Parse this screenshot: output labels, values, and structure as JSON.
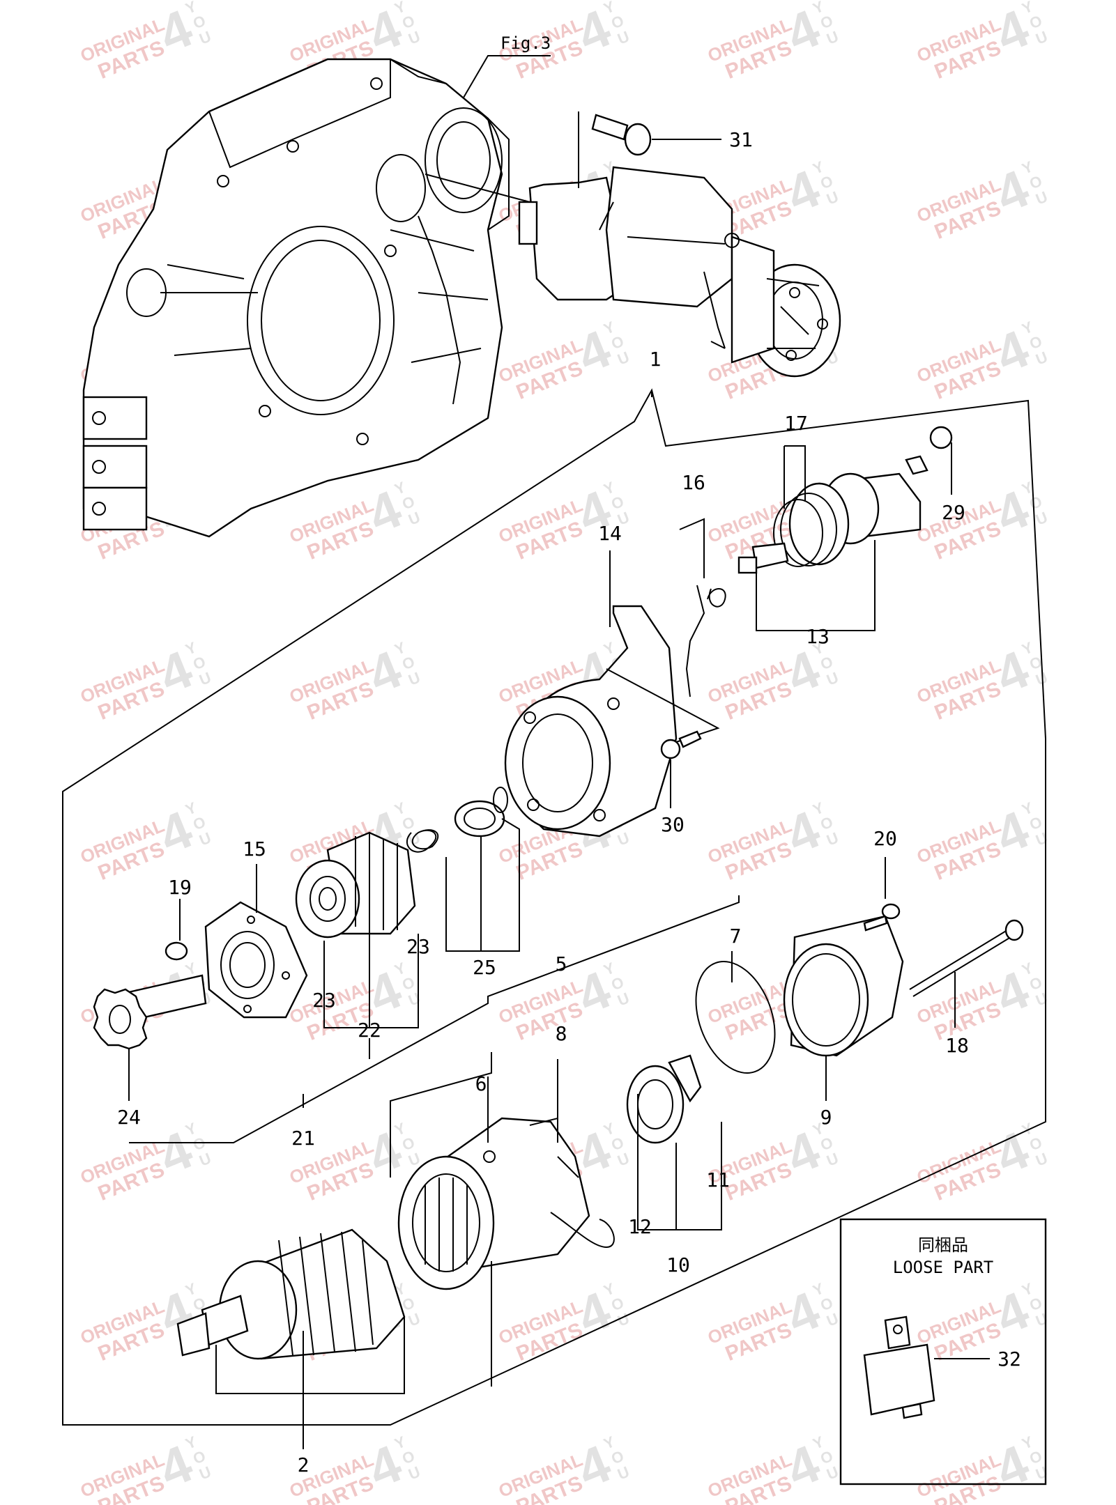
{
  "figure": {
    "ref_label": "Fig.3",
    "loose_part_jp": "同梱品",
    "loose_part_en": "LOOSE PART"
  },
  "watermark": {
    "line1": "ORIGINAL",
    "line2": "PARTS",
    "big": "4",
    "small1": "Y",
    "small2": "O",
    "small3": "U"
  },
  "callouts": [
    {
      "id": "1",
      "label": "1"
    },
    {
      "id": "2",
      "label": "2"
    },
    {
      "id": "5",
      "label": "5"
    },
    {
      "id": "6",
      "label": "6"
    },
    {
      "id": "7",
      "label": "7"
    },
    {
      "id": "8",
      "label": "8"
    },
    {
      "id": "9",
      "label": "9"
    },
    {
      "id": "10",
      "label": "10"
    },
    {
      "id": "11",
      "label": "11"
    },
    {
      "id": "12",
      "label": "12"
    },
    {
      "id": "13",
      "label": "13"
    },
    {
      "id": "14",
      "label": "14"
    },
    {
      "id": "15",
      "label": "15"
    },
    {
      "id": "16",
      "label": "16"
    },
    {
      "id": "17",
      "label": "17"
    },
    {
      "id": "18",
      "label": "18"
    },
    {
      "id": "19",
      "label": "19"
    },
    {
      "id": "20",
      "label": "20"
    },
    {
      "id": "21",
      "label": "21"
    },
    {
      "id": "22",
      "label": "22"
    },
    {
      "id": "23a",
      "label": "23"
    },
    {
      "id": "23b",
      "label": "23"
    },
    {
      "id": "24",
      "label": "24"
    },
    {
      "id": "25",
      "label": "25"
    },
    {
      "id": "29",
      "label": "29"
    },
    {
      "id": "30",
      "label": "30"
    },
    {
      "id": "31",
      "label": "31"
    },
    {
      "id": "32",
      "label": "32"
    }
  ]
}
